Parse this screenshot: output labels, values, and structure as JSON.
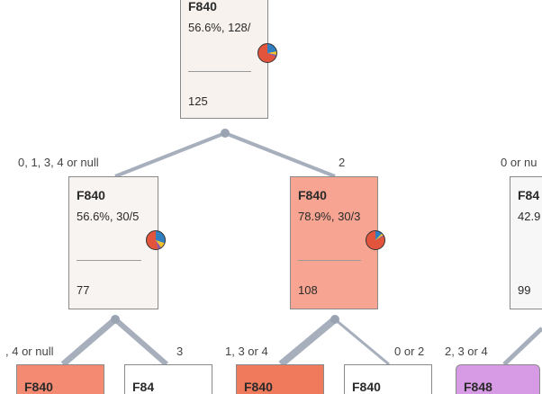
{
  "nodes": {
    "root": {
      "title": "F840",
      "stat": "56.6%, 128/",
      "count": "125",
      "fill": "#f7f2ee"
    },
    "left": {
      "title": "F840",
      "stat": "56.6%, 30/5",
      "count": "77",
      "fill": "#f7f4f1"
    },
    "mid": {
      "title": "F840",
      "stat": "78.9%, 30/3",
      "count": "108",
      "fill": "#f7a592"
    },
    "right": {
      "title": "F84",
      "stat": "42.9",
      "count": "99",
      "fill": "#f7f7f7"
    },
    "b1": {
      "title": "F840",
      "fill": "#f48a72"
    },
    "b2": {
      "title": "F84",
      "fill": "#ffffff"
    },
    "b3": {
      "title": "F840",
      "fill": "#f07a5c"
    },
    "b4": {
      "title": "F840",
      "fill": "#ffffff"
    },
    "b5": {
      "title": "F848",
      "fill": "#d79be6"
    }
  },
  "branches": {
    "left": "0, 1, 3, 4 or null",
    "mid": "2",
    "right": "0 or nu",
    "b1": ", 4 or null",
    "b2": "3",
    "b3": "1, 3 or 4",
    "b4": "0 or 2",
    "b5": "2, 3 or 4"
  },
  "colors": {
    "edge": "#a7afbd",
    "joint": "#9aa3b2",
    "pie_red": "#e2553c",
    "pie_blue": "#2f7fc1",
    "pie_yellow": "#f2c230",
    "pie_purple": "#8e5aa8"
  }
}
